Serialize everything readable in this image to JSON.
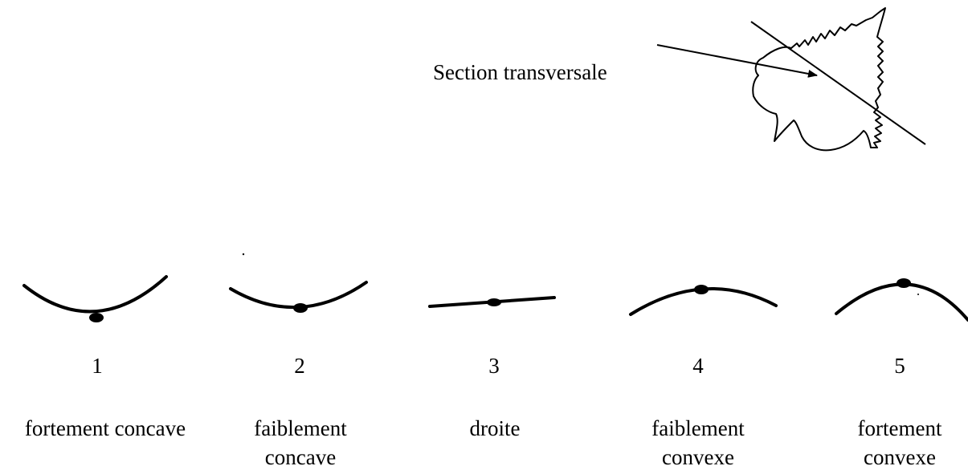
{
  "section_label": "Section transversale",
  "shapes": [
    {
      "number": "1",
      "label_line1": "fortement concave",
      "label_line2": ""
    },
    {
      "number": "2",
      "label_line1": "faiblement",
      "label_line2": "concave"
    },
    {
      "number": "3",
      "label_line1": "droite",
      "label_line2": ""
    },
    {
      "number": "4",
      "label_line1": "faiblement",
      "label_line2": "convexe"
    },
    {
      "number": "5",
      "label_line1": "fortement",
      "label_line2": "convexe"
    }
  ],
  "colors": {
    "ink": "#000000",
    "background": "#ffffff"
  }
}
